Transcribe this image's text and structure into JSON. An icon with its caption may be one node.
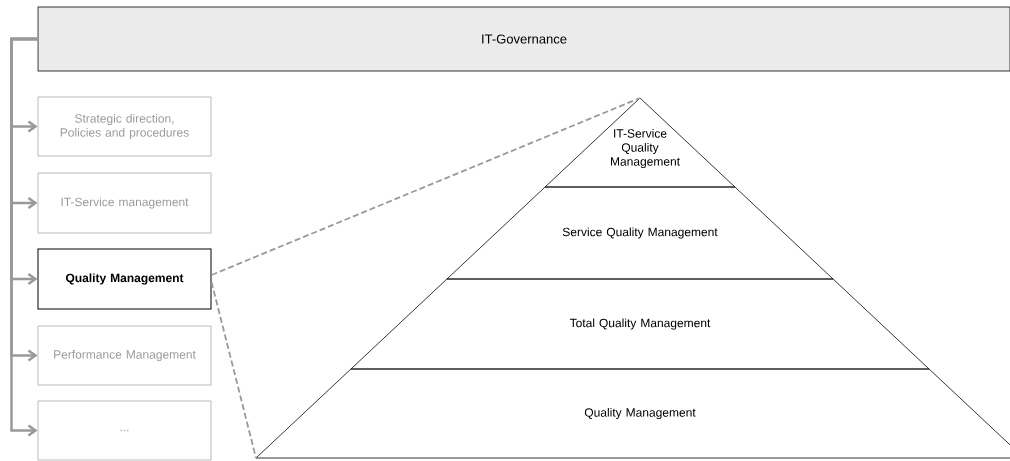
{
  "diagram": {
    "nodes": [
      {
        "text": [
          "IT-Governance"
        ]
      },
      {
        "text": [
          "Strategic direction, Policies and procedures"
        ]
      },
      {
        "text": [
          "IT-Service management"
        ]
      },
      {
        "text": [
          "Quality Management"
        ]
      },
      {
        "text": [
          "Performance Management"
        ]
      },
      {
        "text": [
          "..."
        ]
      },
      {
        "text": [
          "IT-Service Quality Management"
        ]
      },
      {
        "text": [
          "Service Quality Management"
        ]
      },
      {
        "text": [
          "Total Quality Management"
        ]
      },
      {
        "text": [
          "Quality Management"
        ]
      }
    ],
    "edges": [
      {
        "from": 0,
        "to": 1,
        "arrow": "to"
      },
      {
        "from": 0,
        "to": 2,
        "arrow": "to"
      },
      {
        "from": 0,
        "to": 3,
        "arrow": "to"
      },
      {
        "from": 0,
        "to": 4,
        "arrow": "to"
      },
      {
        "from": 0,
        "to": 5,
        "arrow": "to"
      },
      {
        "from": 3,
        "to": 6,
        "arrow": "none",
        "style": "dashed"
      },
      {
        "from": 3,
        "to": 9,
        "arrow": "none",
        "style": "dashed"
      }
    ]
  }
}
